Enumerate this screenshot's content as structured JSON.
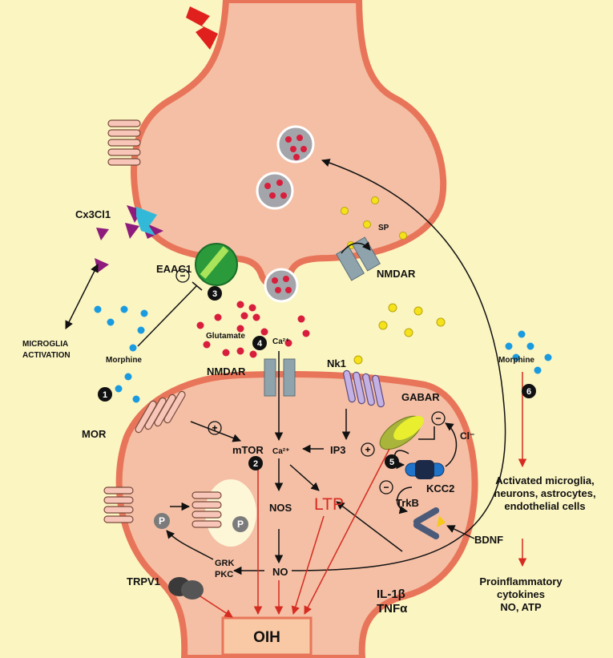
{
  "labels": {
    "cx3cl1": "Cx3Cl1",
    "eaac1": "EAAC1",
    "nmdar_pre": "NMDAR",
    "sp": "SP",
    "microglia_activation_1": "MICROGLIA",
    "microglia_activation_2": "ACTIVATION",
    "morphine_left": "Morphine",
    "morphine_right": "Morphine",
    "glutamate": "Glutamate",
    "ca_pre": "Ca²⁺",
    "nmdar_post": "NMDAR",
    "nk1": "Nk1",
    "gabar": "GABAR",
    "mor": "MOR",
    "mtor": "mTOR",
    "ca_post": "Ca²⁺",
    "ip3": "IP3",
    "cl": "Cl⁻",
    "kcc2": "KCC2",
    "nos": "NOS",
    "ltp": "LTP",
    "trkb": "TrkB",
    "p1": "P",
    "p2": "P",
    "grk": "GRK",
    "pkc": "PKC",
    "no": "NO",
    "trpv1": "TRPV1",
    "il1b": "IL-1β",
    "tnfa": "TNFα",
    "bdnf": "BDNF",
    "oih": "OIH",
    "activated_1": "Activated microglia,",
    "activated_2": "neurons, astrocytes,",
    "activated_3": "endothelial cells",
    "proinflam_1": "Proinflammatory",
    "proinflam_2": "cytokines",
    "proinflam_3": "NO, ATP",
    "plus": "+",
    "minus": "−"
  },
  "steps": [
    "1",
    "2",
    "3",
    "4",
    "5",
    "6"
  ],
  "colors": {
    "background": "#fbf5c2",
    "cell_fill": "#f4bfa5",
    "cell_border": "#e87559",
    "arrow_black": "#111111",
    "arrow_red": "#d62b20",
    "ltp_red": "#d62b20",
    "oih_fill": "#f9c8a4",
    "glutamate": "#d81e3c",
    "morphine": "#1a9be0",
    "substance_p": "#f5e21a",
    "cx3cl1": "#8e1c7c",
    "nmdar": "#8fa3ad",
    "eaac1": "#2a9a3a",
    "nk1": "#a88fcf",
    "gabar": "#e9ee2f",
    "kcc2": "#1f73c9",
    "trkb": "#4c5a7a",
    "trpv1": "#3a3a3a"
  },
  "icons": [
    "lightning-icon",
    "vesicle-icon",
    "receptor-icon",
    "channel-icon"
  ]
}
